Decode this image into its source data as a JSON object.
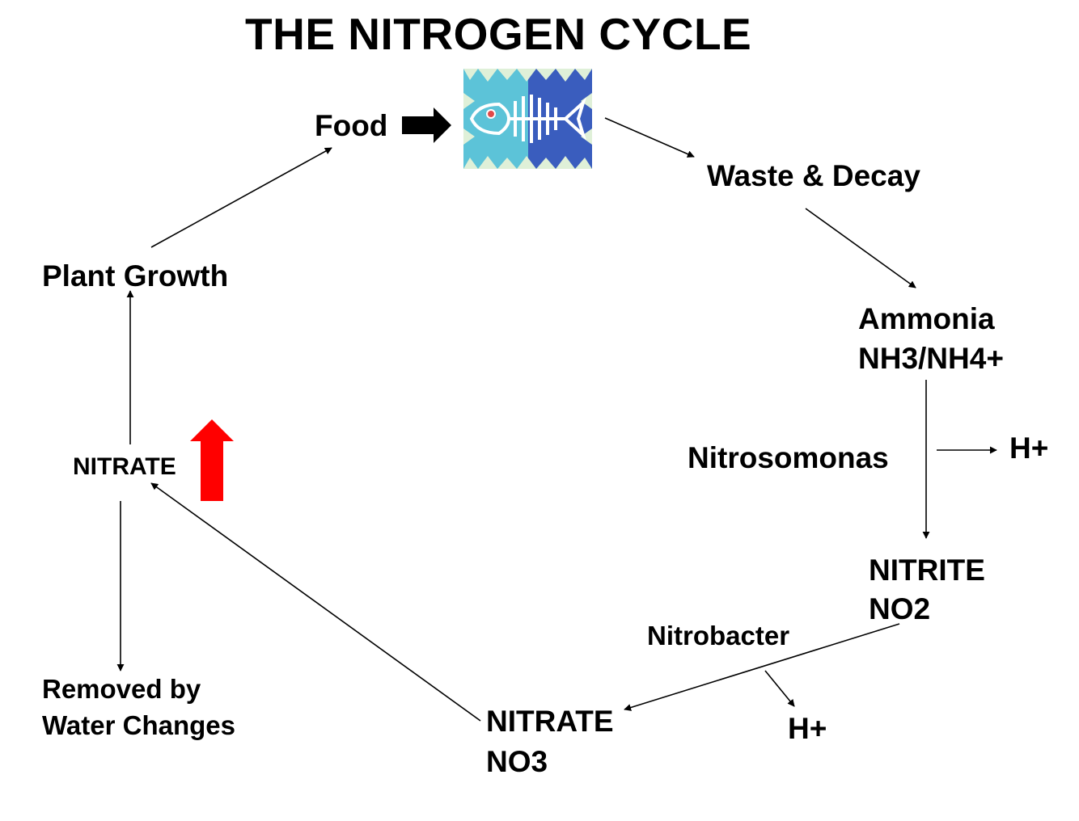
{
  "title": "THE NITROGEN CYCLE",
  "nodes": {
    "food": "Food",
    "waste_decay": "Waste & Decay",
    "ammonia": {
      "line1": "Ammonia",
      "line2": "NH3/NH4+"
    },
    "nitrosomonas": "Nitrosomonas",
    "h_plus_1": "H+",
    "nitrite": {
      "line1": "NITRITE",
      "line2": "NO2"
    },
    "nitrobacter": "Nitrobacter",
    "h_plus_2": "H+",
    "nitrate_no3": {
      "line1": "NITRATE",
      "line2": "NO3"
    },
    "nitrate_small": "NITRATE",
    "plant_growth": "Plant Growth",
    "removed": {
      "line1": "Removed by",
      "line2": "Water Changes"
    }
  },
  "icons": {
    "fish": "fish-skeleton-icon",
    "food_arrow": "block-arrow-right-icon",
    "nitrate_rise": "red-up-arrow-icon"
  },
  "colors": {
    "text": "#000000",
    "red_arrow": "#ff0000",
    "tile_light": "#5cc3d8",
    "tile_dark": "#3a5dbe",
    "tile_pale": "#dff0d8"
  }
}
